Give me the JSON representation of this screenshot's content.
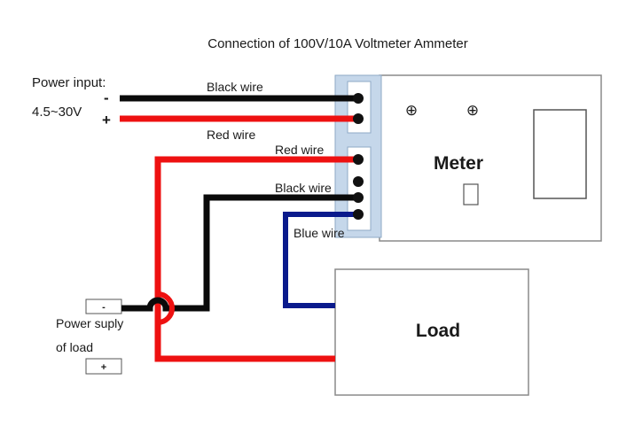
{
  "title": "Connection of 100V/10A Voltmeter Ammeter",
  "power_input": {
    "label": "Power input:",
    "range": "4.5~30V",
    "minus": "-",
    "plus": "+"
  },
  "wire_labels": {
    "black_top": "Black wire",
    "red_top": "Red wire",
    "red_mid": "Red wire",
    "black_mid": "Black wire",
    "blue": "Blue wire"
  },
  "meter": {
    "label": "Meter",
    "plus_symbol": "⊕"
  },
  "load": {
    "label": "Load"
  },
  "load_supply": {
    "label_line1": "Power suply",
    "label_line2": "of load",
    "minus": "-",
    "plus": "+"
  },
  "colors": {
    "black_wire": "#0a0a0a",
    "red_wire": "#ee1111",
    "blue_wire": "#0a1a8c",
    "terminal_block": "#c5d7ea",
    "box_border": "#8a8a8a",
    "terminal_dot": "#111111"
  }
}
